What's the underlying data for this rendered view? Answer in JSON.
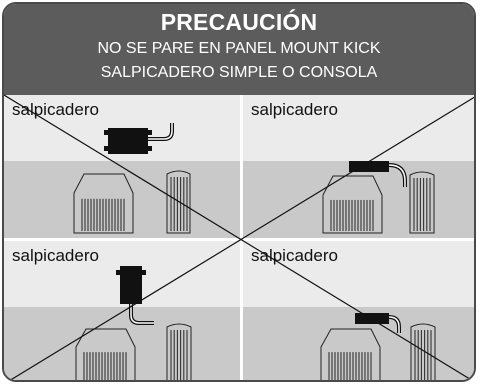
{
  "header": {
    "title": "PRECAUCIÓN",
    "line1": "NO SE PARE EN PANEL MOUNT KICK",
    "line2": "SALPICADERO SIMPLE O CONSOLA"
  },
  "panels": [
    {
      "label": "salpicadero"
    },
    {
      "label": "salpicadero"
    },
    {
      "label": "salpicadero"
    },
    {
      "label": "salpicadero"
    }
  ],
  "colors": {
    "header_bg": "#5c5c5c",
    "upper_bg": "#ebebeb",
    "lower_bg": "#c9c9c9",
    "device": "#111111"
  },
  "icons": [
    "device-icon",
    "cable-icon",
    "brake-pedal-icon",
    "gas-pedal-icon",
    "prohibited-x-icon"
  ]
}
